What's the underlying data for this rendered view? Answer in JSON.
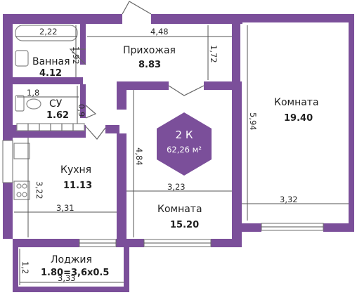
{
  "colors": {
    "wall": "#7b4f9a",
    "badge": "#7b4f9a",
    "background": "#ffffff"
  },
  "badge": {
    "rooms": "2 К",
    "area": "62,26 м²"
  },
  "rooms": {
    "bathroom": {
      "name": "Ванная",
      "area": "4.12"
    },
    "hallway": {
      "name": "Прихожая",
      "area": "8.83"
    },
    "wc": {
      "name": "СУ",
      "area": "1.62"
    },
    "kitchen": {
      "name": "Кухня",
      "area": "11.13"
    },
    "room_right": {
      "name": "Комната",
      "area": "19.40"
    },
    "room_middle": {
      "name": "Комната",
      "area": "15.20"
    },
    "loggia": {
      "name": "Лоджия",
      "area": "1.80=3,6х0.5"
    }
  },
  "dims": {
    "bath_width": "2,22",
    "hall_width": "4,48",
    "bath_height": "1,92",
    "hall_height": "1,72",
    "wc_width": "1,8",
    "wc_height": "0,9",
    "room_right_height": "5,94",
    "room_middle_height": "4,84",
    "kitchen_height": "3,22",
    "room_middle_width": "3,23",
    "kitchen_width": "3,31",
    "room_right_width": "3,32",
    "loggia_height": "1,2",
    "loggia_width": "3,33"
  }
}
